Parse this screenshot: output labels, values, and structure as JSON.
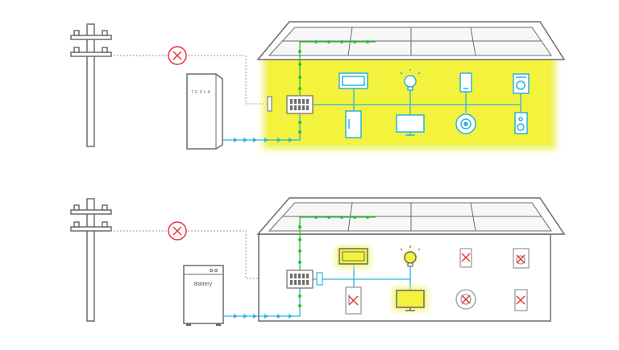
{
  "colors": {
    "line_gray": "#6b6b6b",
    "grid_blue": "#2bb3e0",
    "solar_green": "#2ac23a",
    "highlight_yellow": "#f3f23c",
    "glow_yellow": "#eef36a",
    "outage_red": "#e8333a",
    "panel_fill": "#f7f7f7",
    "house_outline": "#6b6b6b"
  },
  "scenes": [
    {
      "battery_label": "TESLA",
      "grid_status": "disconnected",
      "house_powered": "whole-home",
      "appliances": [
        {
          "icon": "tv-icon",
          "state": "on"
        },
        {
          "icon": "lightbulb-icon",
          "state": "on"
        },
        {
          "icon": "phone-icon",
          "state": "on"
        },
        {
          "icon": "washer-icon",
          "state": "on"
        },
        {
          "icon": "fridge-icon",
          "state": "on"
        },
        {
          "icon": "monitor-icon",
          "state": "on"
        },
        {
          "icon": "smoke-detector-icon",
          "state": "on"
        },
        {
          "icon": "speaker-icon",
          "state": "on"
        }
      ]
    },
    {
      "battery_label": "Battery",
      "grid_status": "disconnected",
      "house_powered": "partial",
      "appliances": [
        {
          "icon": "tv-icon",
          "state": "on"
        },
        {
          "icon": "lightbulb-icon",
          "state": "on"
        },
        {
          "icon": "phone-icon",
          "state": "off"
        },
        {
          "icon": "washer-icon",
          "state": "off"
        },
        {
          "icon": "fridge-icon",
          "state": "off"
        },
        {
          "icon": "monitor-icon",
          "state": "on"
        },
        {
          "icon": "smoke-detector-icon",
          "state": "off"
        },
        {
          "icon": "speaker-icon",
          "state": "off"
        }
      ]
    }
  ]
}
